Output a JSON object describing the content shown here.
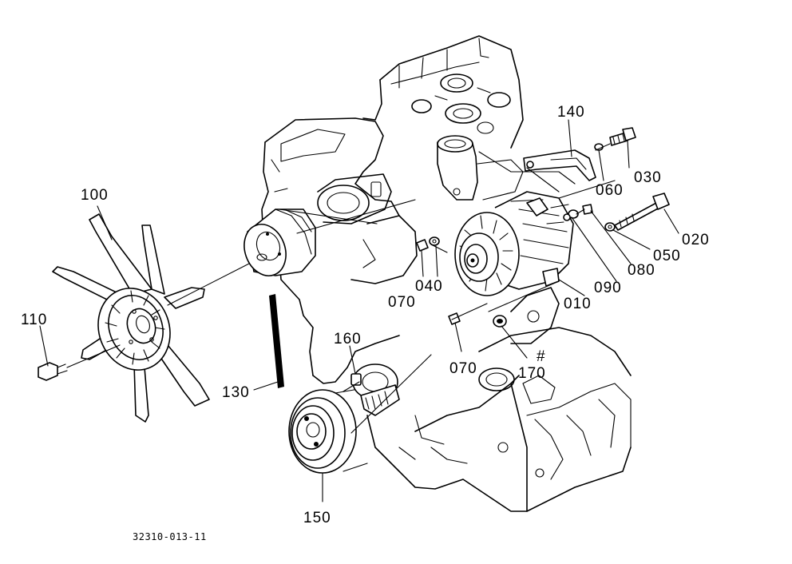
{
  "labels": {
    "p010": "010",
    "p020": "020",
    "p030": "030",
    "p040": "040",
    "p050": "050",
    "p060": "060",
    "p070a": "070",
    "p070b": "070",
    "p080": "080",
    "p090": "090",
    "p100": "100",
    "p110": "110",
    "p130": "130",
    "p140": "140",
    "p150": "150",
    "p160": "160",
    "p170": "170",
    "hash": "#"
  },
  "drawing_code": "32310-013-11"
}
